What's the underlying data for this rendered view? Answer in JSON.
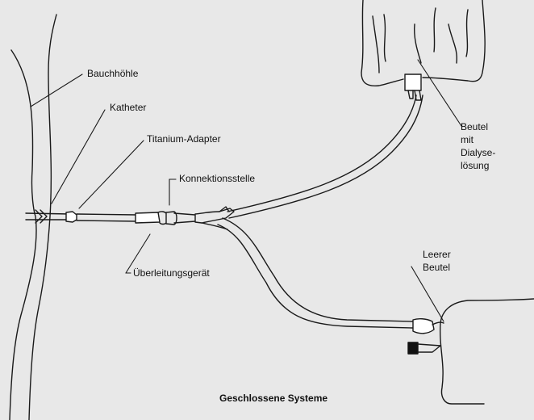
{
  "labels": {
    "bauchhoehle": "Bauchhöhle",
    "katheter": "Katheter",
    "titanium_adapter": "Titanium-Adapter",
    "konnektionsstelle": "Konnektionsstelle",
    "ueberleitungsgeraet": "Überleitungsgerät",
    "beutel_line1": "Beutel",
    "beutel_line2": "mit",
    "beutel_line3": "Dialyse-",
    "beutel_line4": "lösung",
    "leerer_line1": "Leerer",
    "leerer_line2": "Beutel"
  },
  "caption": "Geschlossene Systeme",
  "colors": {
    "background": "#e8e8e8",
    "line": "#1a1a1a",
    "tube_fill": "#ffffff",
    "clamp": "#111111"
  }
}
